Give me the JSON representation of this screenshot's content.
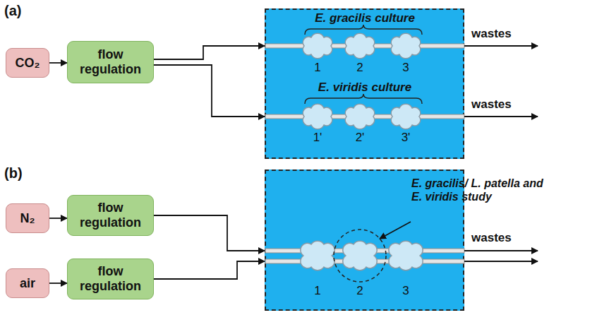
{
  "diagram": {
    "nodes": [
      {
        "text": [
          "CO₂"
        ]
      },
      {
        "text": [
          "flow regulation"
        ]
      },
      {
        "text": [
          "E. gracilis culture",
          "E. viridis culture"
        ]
      },
      {
        "text": [
          "N₂"
        ]
      },
      {
        "text": [
          "flow regulation"
        ]
      },
      {
        "text": [
          "air"
        ]
      },
      {
        "text": [
          "flow regulation"
        ]
      },
      {
        "text": [
          "E. gracilis/ L. patella and E. viridis study"
        ]
      }
    ],
    "edges": [
      {
        "from": 0,
        "to": 1,
        "arrow": "to"
      },
      {
        "from": 1,
        "to": 2,
        "arrow": "to"
      },
      {
        "from": 1,
        "to": 2,
        "arrow": "to"
      },
      {
        "from": 3,
        "to": 4,
        "arrow": "to"
      },
      {
        "from": 5,
        "to": 6,
        "arrow": "to"
      },
      {
        "from": 4,
        "to": 7,
        "arrow": "to"
      },
      {
        "from": 6,
        "to": 7,
        "arrow": "to"
      }
    ],
    "labels": [
      "(a)",
      "1",
      "2",
      "3",
      "1'",
      "2'",
      "3'",
      "wastes",
      "wastes",
      "(b)",
      "1",
      "2",
      "3",
      "wastes"
    ]
  }
}
